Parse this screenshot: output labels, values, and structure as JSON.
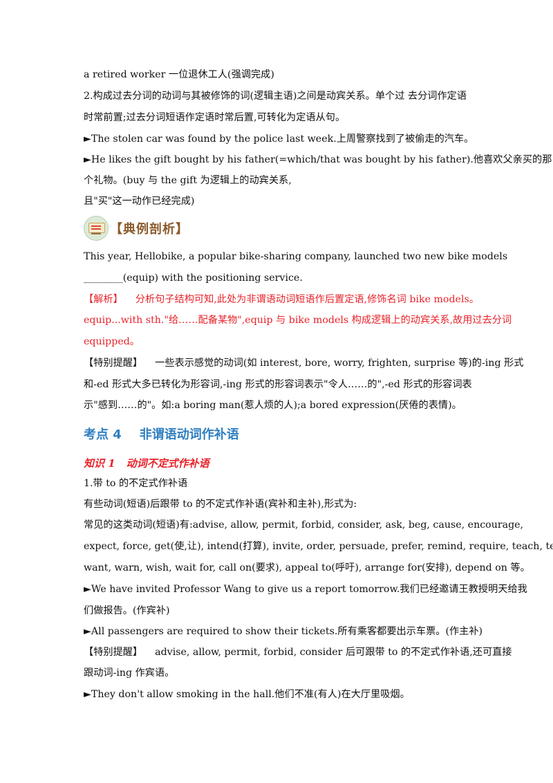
{
  "lines": {
    "l1": "a retired worker 一位退休工人(强调完成)",
    "l2": "2.构成过去分词的动词与其被修饰的词(逻辑主语)之间是动宾关系。单个过  去分词作定语",
    "l3": "时常前置;过去分词短语作定语时常后置,可转化为定语从句。",
    "l4": "►The stolen car was found by the police last week.上周警察找到了被偷走的汽车。",
    "l5": "►He likes the gift bought by his father(=which/that was bought by his father).他喜欢父亲买的那",
    "l6": "个礼物。(buy 与 the gift 为逻辑上的动宾关系,",
    "l7": "且\"买\"这一动作已经完成)"
  },
  "banner": {
    "icon": "teacher-board-icon",
    "title": "【典例剖析】"
  },
  "example": {
    "q1": "This year, Hellobike, a popular bike-sharing company, launched two new bike models",
    "q2": "________(equip) with the positioning service.",
    "analysis_label": "【解析】",
    "analysis_1": "分析句子结构可知,此处为非谓语动词短语作后置定语,修饰名词 bike models。",
    "analysis_2": "equip...with sth.\"给……配备某物\",equip 与 bike models 构成逻辑上的动宾关系,故用过去分词",
    "analysis_3": "equipped。",
    "tip_label": "【特别提醒】",
    "tip_1": "一些表示感觉的动词(如 interest, bore, worry, frighten, surprise 等)的-ing 形式",
    "tip_2": "和-ed 形式大多已转化为形容词,-ing 形式的形容词表示\"令人……的\",-ed 形式的形容词表",
    "tip_3": "示\"感到……的\"。如:a boring man(惹人烦的人);a bored expression(厌倦的表情)。"
  },
  "section": {
    "num": "考点 4",
    "title": "非谓语动词作补语"
  },
  "knowledge": {
    "num": "知识 1",
    "title": "动词不定式作补语"
  },
  "body": {
    "b1": "1.带 to 的不定式作补语",
    "b2": "有些动词(短语)后跟带 to 的不定式作补语(宾补和主补),形式为:",
    "b3": "常见的这类动词(短语)有:advise, allow, permit, forbid, consider, ask, beg, cause, encourage,",
    "b4": "expect, force, get(使,让), intend(打算), invite, order, persuade, prefer, remind, require, teach, tell,",
    "b5": "want, warn, wish, wait for, call on(要求), appeal to(呼吁), arrange for(安排), depend on 等。",
    "b6": "►We have invited Professor Wang to give us a report tomorrow.我们已经邀请王教授明天给我",
    "b7": "们做报告。(作宾补)",
    "b8": "►All passengers are required to show their tickets.所有乘客都要出示车票。(作主补)",
    "tip2_label": "【特别提醒】",
    "tip2_1": "advise, allow, permit, forbid, consider 后可跟带 to 的不定式作补语,还可直接",
    "tip2_2": "跟动词-ing 作宾语。",
    "b9": "►They don't allow smoking in the hall.他们不准(有人)在大厅里吸烟。"
  }
}
